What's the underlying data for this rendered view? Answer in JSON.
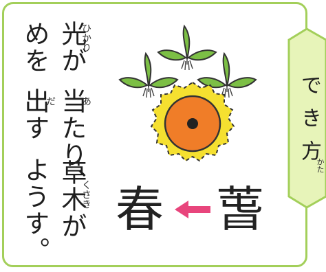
{
  "text": {
    "col1_top": "光が",
    "col1_ruby": "ひかり",
    "col2_top": "めを",
    "col3": "当たり、",
    "col3_ruby": "あ",
    "col4": "出す",
    "col4_ruby": "だ",
    "col5": "草木が",
    "col5_ruby": "くさき",
    "col6": "ようす。"
  },
  "tab": {
    "label": "でき方",
    "ruby": "かた"
  },
  "kanji": {
    "modern": "春",
    "ancient": "萅"
  },
  "colors": {
    "border": "#a3cf5a",
    "tab_fill": "#e7f4b9",
    "leaf": "#7cbf45",
    "sun_outer": "#f5e030",
    "sun_inner": "#f07d28",
    "arrow": "#e8457c"
  },
  "icons": [
    "sprout-icon",
    "sun-icon",
    "arrow-left-icon"
  ]
}
